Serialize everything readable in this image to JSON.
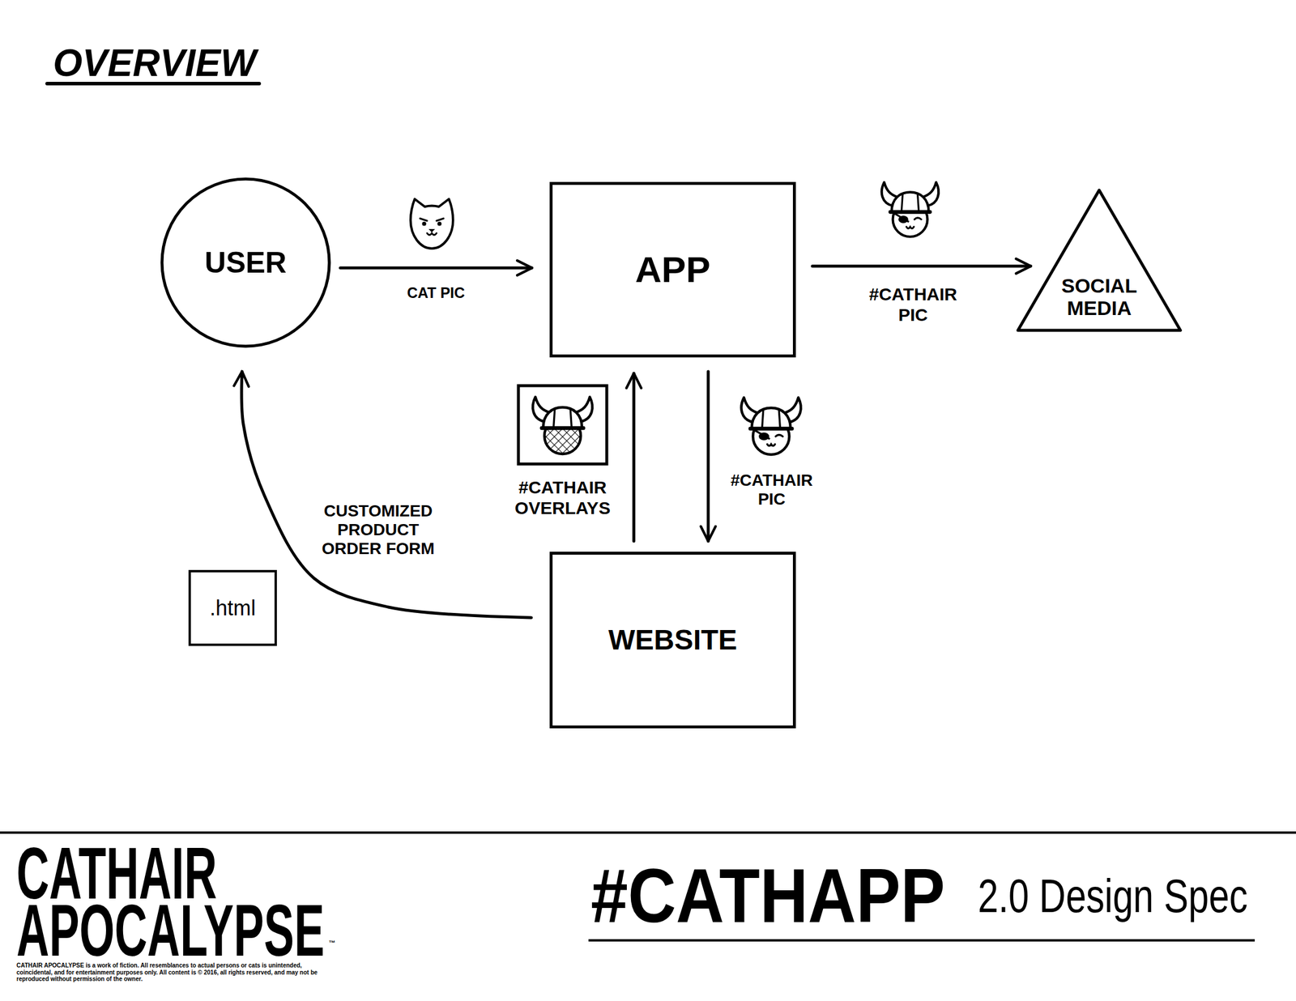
{
  "diagram": {
    "title": "OVERVIEW",
    "nodes": [
      {
        "text": [
          "USER"
        ]
      },
      {
        "text": [
          "APP"
        ]
      },
      {
        "text": [
          "SOCIAL MEDIA"
        ]
      },
      {
        "text": [
          "WEBSITE"
        ]
      },
      {
        "text": [
          ".html"
        ]
      }
    ],
    "edges": [
      {
        "from": 0,
        "to": 1,
        "arrow": "to",
        "label": "CAT PIC"
      },
      {
        "from": 1,
        "to": 2,
        "arrow": "to",
        "label": "#CATHAIR PIC"
      },
      {
        "from": 3,
        "to": 1,
        "arrow": "to",
        "label": "#CATHAIR OVERLAYS"
      },
      {
        "from": 1,
        "to": 3,
        "arrow": "to",
        "label": "#CATHAIR PIC"
      },
      {
        "from": 3,
        "to": 0,
        "arrow": "to",
        "label": "CUSTOMIZED PRODUCT ORDER FORM"
      }
    ],
    "labels": [
      "CATHAIR APOCALYPSE",
      "™",
      "CATHAIR APOCALYPSE is a work of fiction. All resemblances to actual persons or cats is unintended, coincidental, and for entertainment purposes only. All content is © 2016, all rights reserved, and may not be reproduced without permission of the owner.",
      "#CATHAPP",
      "2.0 Design Spec"
    ]
  }
}
